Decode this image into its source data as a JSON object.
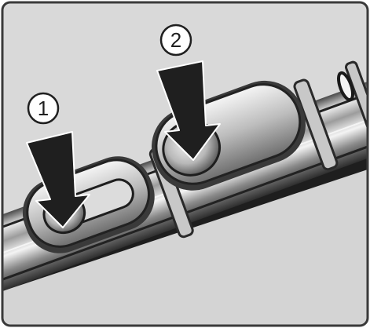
{
  "figure": {
    "steps": [
      {
        "number": "1",
        "target": "lower-slide-button"
      },
      {
        "number": "2",
        "target": "upper-press-button"
      }
    ],
    "icons": {
      "arrow": "down-arrow-icon",
      "step_badge": "circled-number-icon"
    },
    "colors": {
      "background": "#d9d9d9",
      "frame": "#3a3a3a",
      "arrow": "#222222",
      "metal_light": "#f2f2f2",
      "metal_mid": "#a8a8a8",
      "metal_dark": "#3c3c3c"
    }
  }
}
